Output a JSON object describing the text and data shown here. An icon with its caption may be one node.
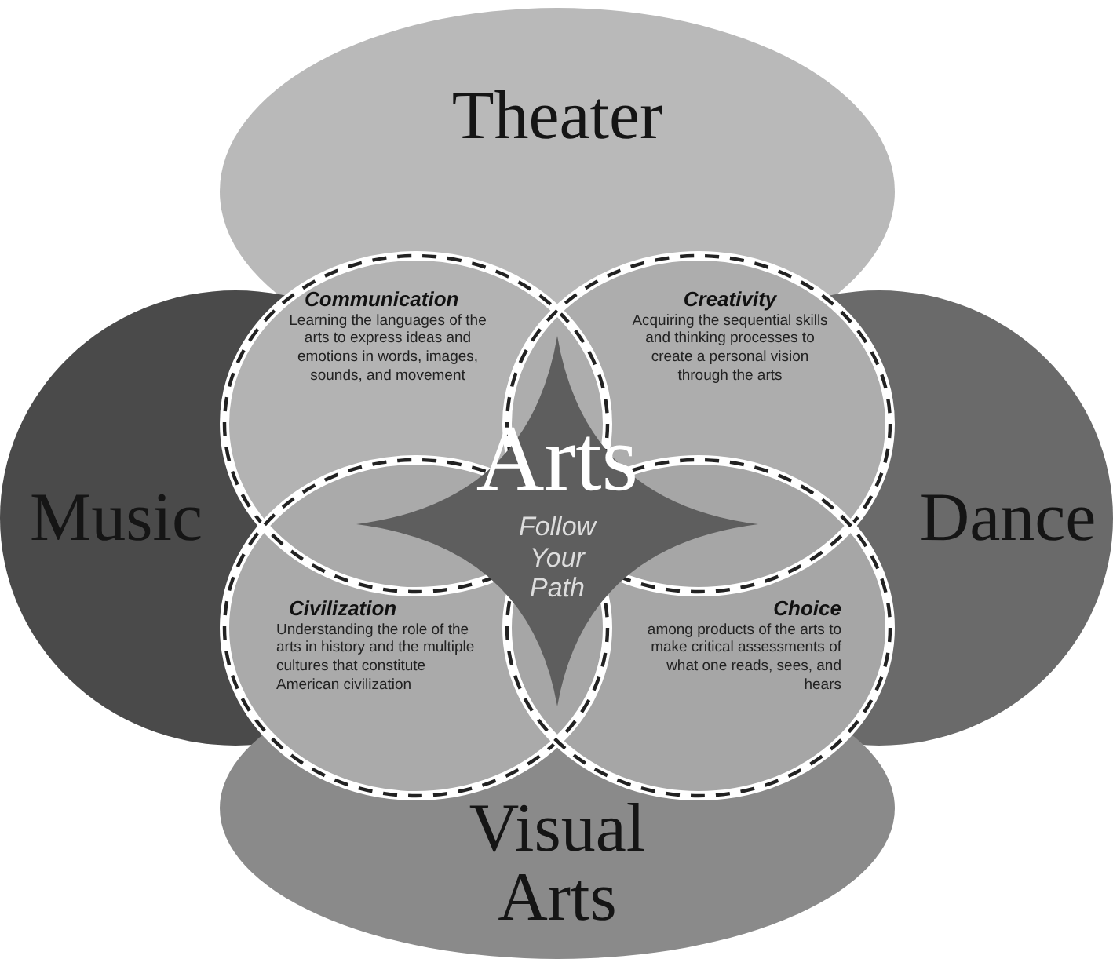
{
  "diagram": {
    "nodes": [
      {
        "text": [
          "Theater"
        ]
      },
      {
        "text": [
          "Music"
        ]
      },
      {
        "text": [
          "Dance"
        ]
      },
      {
        "text": [
          "Visual Arts"
        ]
      },
      {
        "text": [
          "Communication",
          "Learning the languages of the arts to express ideas and emotions in words, images, sounds, and movement"
        ]
      },
      {
        "text": [
          "Creativity",
          "Acquiring the sequential skills and thinking processes to create a personal vision through the arts"
        ]
      },
      {
        "text": [
          "Civilization",
          "Understanding the role of the arts in history and the multiple cultures that constitute American civilization"
        ]
      },
      {
        "text": [
          "Choice",
          "among products of the arts to make critical assessments of what one reads, sees, and hears"
        ]
      },
      {
        "text": [
          "Arts",
          "Follow Your Path"
        ]
      }
    ],
    "edges": []
  }
}
